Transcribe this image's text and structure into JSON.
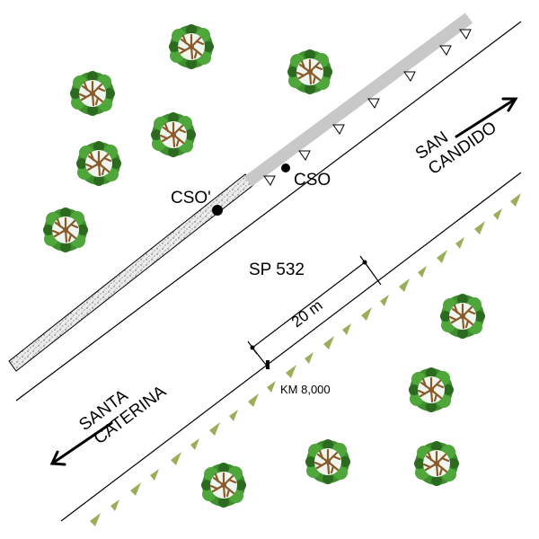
{
  "map": {
    "road_name": "SP 532",
    "direction_north_line1": "SAN",
    "direction_north_line2": "CANDIDO",
    "direction_south_line1": "SANTA",
    "direction_south_line2": "CATERINA",
    "distance_label": "20 m",
    "km_marker": "KM 8,000",
    "point_cso": "CSO",
    "point_cso_prime": "CSO'"
  },
  "colors": {
    "road_line": "#000000",
    "guardrail": "#c8c8c8",
    "sidewalk_fill": "#e4e4e4",
    "tree_canopy": "#3f8f2e",
    "tree_canopy_dark": "#2c6b1f",
    "tree_trunk": "#8a5a2b",
    "verge_triangle": "#9aae5a"
  }
}
